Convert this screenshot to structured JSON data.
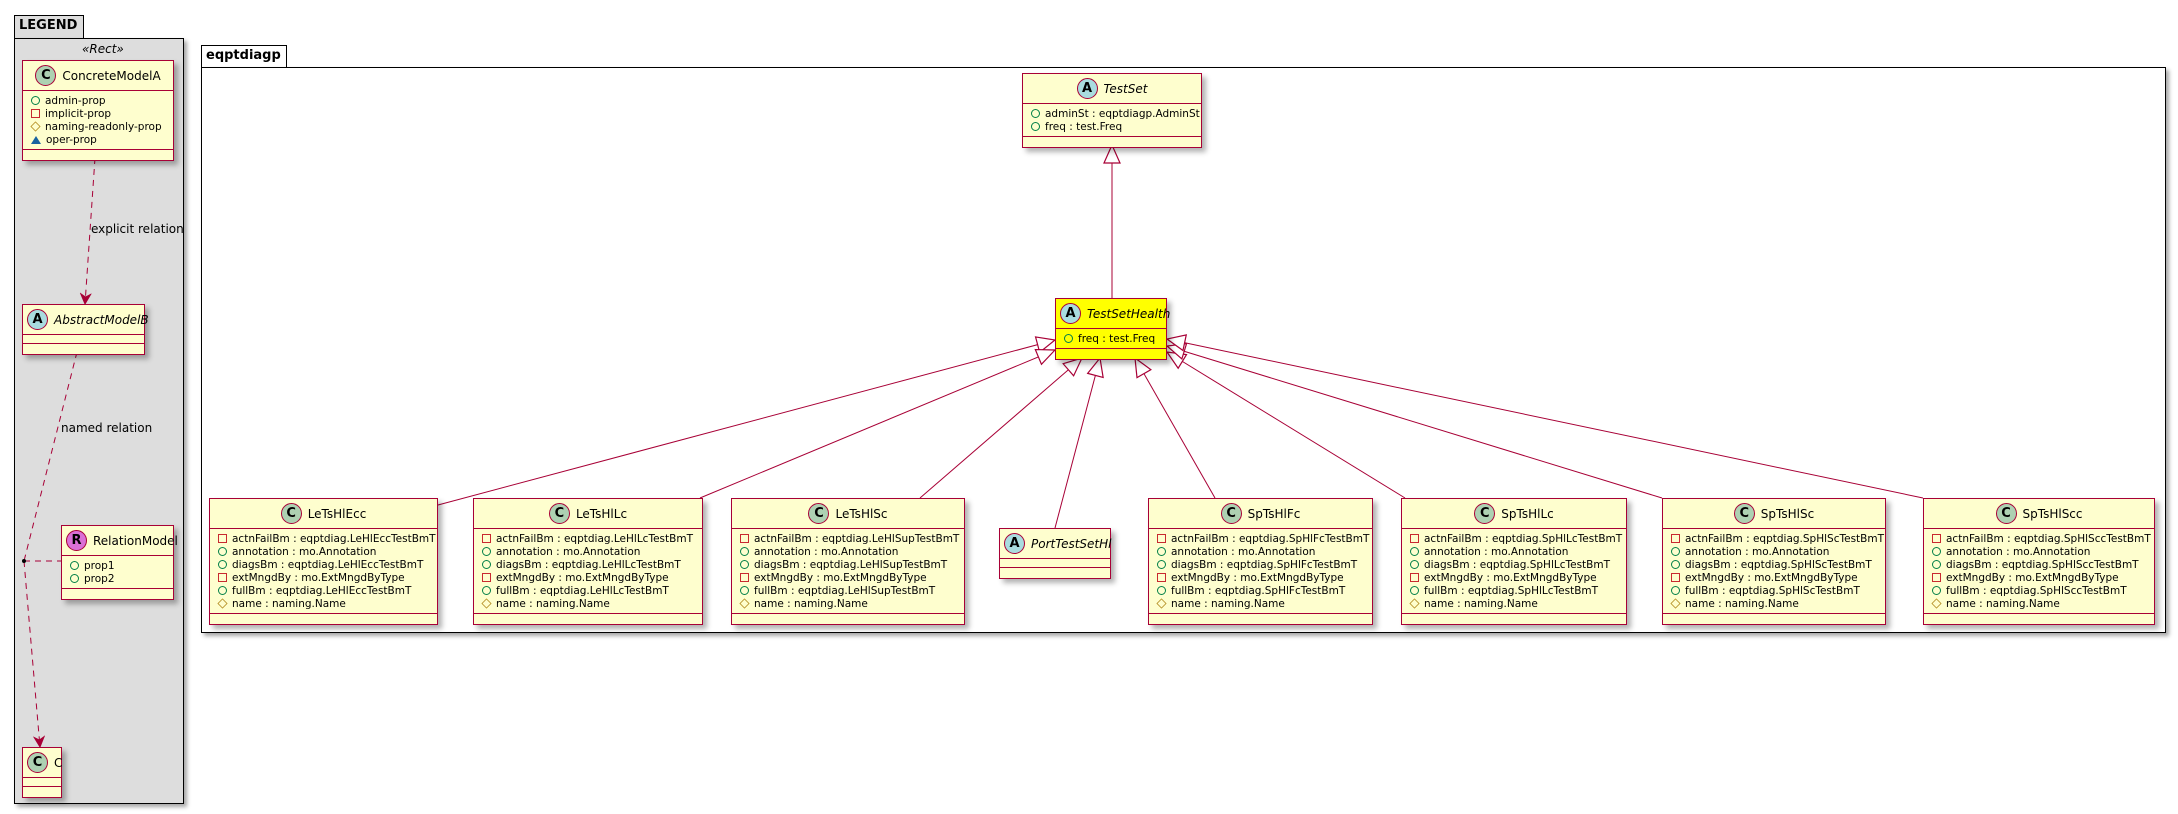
{
  "legend": {
    "title": "LEGEND",
    "stereotype": "«Rect»",
    "classes": [
      {
        "name": "ConcreteModelA",
        "kind": "C",
        "abstract": false,
        "attrs": [
          {
            "vis": "public",
            "text": "admin-prop"
          },
          {
            "vis": "private",
            "text": "implicit-prop"
          },
          {
            "vis": "protected",
            "text": "naming-readonly-prop"
          },
          {
            "vis": "package",
            "text": "oper-prop"
          }
        ]
      },
      {
        "name": "AbstractModelB",
        "kind": "A",
        "abstract": true,
        "attrs": []
      },
      {
        "name": "RelationModel",
        "kind": "R",
        "abstract": false,
        "attrs": [
          {
            "vis": "public",
            "text": "prop1"
          },
          {
            "vis": "public",
            "text": "prop2"
          }
        ]
      },
      {
        "name": "C",
        "kind": "C",
        "abstract": false,
        "attrs": []
      }
    ],
    "relations": {
      "explicit": "explicit relation",
      "named": "named relation"
    }
  },
  "package": {
    "title": "eqptdiagp",
    "classes": [
      {
        "name": "TestSet",
        "kind": "A",
        "abstract": true,
        "attrs": [
          {
            "vis": "public",
            "text": "adminSt : eqptdiagp.AdminSt"
          },
          {
            "vis": "public",
            "text": "freq : test.Freq"
          }
        ]
      },
      {
        "name": "TestSetHealth",
        "kind": "A",
        "abstract": true,
        "highlight": true,
        "attrs": [
          {
            "vis": "public",
            "text": "freq : test.Freq"
          }
        ]
      },
      {
        "name": "LeTsHlEcc",
        "kind": "C",
        "abstract": false,
        "attrs": [
          {
            "vis": "private",
            "text": "actnFailBm : eqptdiag.LeHlEccTestBmT"
          },
          {
            "vis": "public",
            "text": "annotation : mo.Annotation"
          },
          {
            "vis": "public",
            "text": "diagsBm : eqptdiag.LeHlEccTestBmT"
          },
          {
            "vis": "private",
            "text": "extMngdBy : mo.ExtMngdByType"
          },
          {
            "vis": "public",
            "text": "fullBm : eqptdiag.LeHlEccTestBmT"
          },
          {
            "vis": "protected",
            "text": "name : naming.Name"
          }
        ]
      },
      {
        "name": "LeTsHlLc",
        "kind": "C",
        "abstract": false,
        "attrs": [
          {
            "vis": "private",
            "text": "actnFailBm : eqptdiag.LeHlLcTestBmT"
          },
          {
            "vis": "public",
            "text": "annotation : mo.Annotation"
          },
          {
            "vis": "public",
            "text": "diagsBm : eqptdiag.LeHlLcTestBmT"
          },
          {
            "vis": "private",
            "text": "extMngdBy : mo.ExtMngdByType"
          },
          {
            "vis": "public",
            "text": "fullBm : eqptdiag.LeHlLcTestBmT"
          },
          {
            "vis": "protected",
            "text": "name : naming.Name"
          }
        ]
      },
      {
        "name": "LeTsHlSc",
        "kind": "C",
        "abstract": false,
        "attrs": [
          {
            "vis": "private",
            "text": "actnFailBm : eqptdiag.LeHlSupTestBmT"
          },
          {
            "vis": "public",
            "text": "annotation : mo.Annotation"
          },
          {
            "vis": "public",
            "text": "diagsBm : eqptdiag.LeHlSupTestBmT"
          },
          {
            "vis": "private",
            "text": "extMngdBy : mo.ExtMngdByType"
          },
          {
            "vis": "public",
            "text": "fullBm : eqptdiag.LeHlSupTestBmT"
          },
          {
            "vis": "protected",
            "text": "name : naming.Name"
          }
        ]
      },
      {
        "name": "PortTestSetHl",
        "kind": "A",
        "abstract": true,
        "attrs": []
      },
      {
        "name": "SpTsHlFc",
        "kind": "C",
        "abstract": false,
        "attrs": [
          {
            "vis": "private",
            "text": "actnFailBm : eqptdiag.SpHlFcTestBmT"
          },
          {
            "vis": "public",
            "text": "annotation : mo.Annotation"
          },
          {
            "vis": "public",
            "text": "diagsBm : eqptdiag.SpHlFcTestBmT"
          },
          {
            "vis": "private",
            "text": "extMngdBy : mo.ExtMngdByType"
          },
          {
            "vis": "public",
            "text": "fullBm : eqptdiag.SpHlFcTestBmT"
          },
          {
            "vis": "protected",
            "text": "name : naming.Name"
          }
        ]
      },
      {
        "name": "SpTsHlLc",
        "kind": "C",
        "abstract": false,
        "attrs": [
          {
            "vis": "private",
            "text": "actnFailBm : eqptdiag.SpHlLcTestBmT"
          },
          {
            "vis": "public",
            "text": "annotation : mo.Annotation"
          },
          {
            "vis": "public",
            "text": "diagsBm : eqptdiag.SpHlLcTestBmT"
          },
          {
            "vis": "private",
            "text": "extMngdBy : mo.ExtMngdByType"
          },
          {
            "vis": "public",
            "text": "fullBm : eqptdiag.SpHlLcTestBmT"
          },
          {
            "vis": "protected",
            "text": "name : naming.Name"
          }
        ]
      },
      {
        "name": "SpTsHlSc",
        "kind": "C",
        "abstract": false,
        "attrs": [
          {
            "vis": "private",
            "text": "actnFailBm : eqptdiag.SpHlScTestBmT"
          },
          {
            "vis": "public",
            "text": "annotation : mo.Annotation"
          },
          {
            "vis": "public",
            "text": "diagsBm : eqptdiag.SpHlScTestBmT"
          },
          {
            "vis": "private",
            "text": "extMngdBy : mo.ExtMngdByType"
          },
          {
            "vis": "public",
            "text": "fullBm : eqptdiag.SpHlScTestBmT"
          },
          {
            "vis": "protected",
            "text": "name : naming.Name"
          }
        ]
      },
      {
        "name": "SpTsHlScc",
        "kind": "C",
        "abstract": false,
        "attrs": [
          {
            "vis": "private",
            "text": "actnFailBm : eqptdiag.SpHlSccTestBmT"
          },
          {
            "vis": "public",
            "text": "annotation : mo.Annotation"
          },
          {
            "vis": "public",
            "text": "diagsBm : eqptdiag.SpHlSccTestBmT"
          },
          {
            "vis": "private",
            "text": "extMngdBy : mo.ExtMngdByType"
          },
          {
            "vis": "public",
            "text": "fullBm : eqptdiag.SpHlSccTestBmT"
          },
          {
            "vis": "protected",
            "text": "name : naming.Name"
          }
        ]
      }
    ]
  },
  "colors": {
    "border": "#A80036",
    "fill": "#FEFECE",
    "highlight": "#FFFF00",
    "legend_bg": "#DDDDDD",
    "badge_C": "#ADD1B2",
    "badge_A": "#A9DCDF",
    "badge_R": "#DA70D6"
  }
}
